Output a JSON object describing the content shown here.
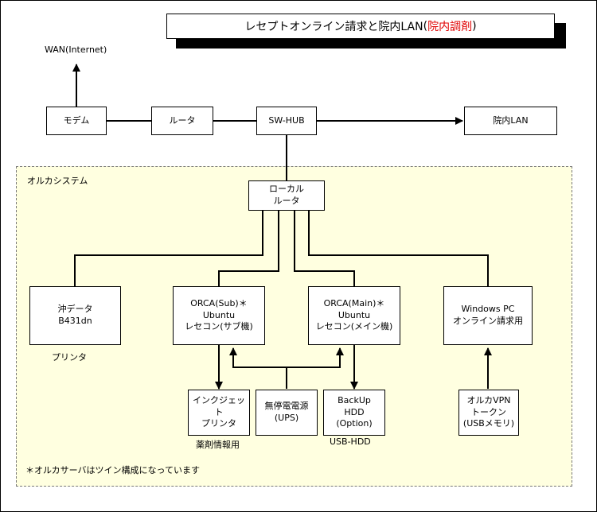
{
  "title": {
    "main": "レセプトオンライン請求と院内LAN",
    "highlight": "院内調剤"
  },
  "labels": {
    "wan": "WAN(Internet)",
    "zone": "オルカシステム",
    "printer_caption": "プリンタ",
    "inkjet_caption": "薬剤情報用",
    "hdd_caption": "USB-HDD",
    "footnote": "＊オルカサーバはツイン構成になっています"
  },
  "nodes": {
    "modem": "モデム",
    "router": "ルータ",
    "swhub": "SW-HUB",
    "lan": "院内LAN",
    "local_router": [
      "ローカル",
      "ルータ"
    ],
    "oki_printer": [
      "沖データ",
      "B431dn"
    ],
    "orca_sub": [
      "ORCA(Sub)＊",
      "Ubuntu",
      "レセコン(サブ機)"
    ],
    "orca_main": [
      "ORCA(Main)＊",
      "Ubuntu",
      "レセコン(メイン機)"
    ],
    "windows_pc": [
      "Windows PC",
      "オンライン請求用"
    ],
    "inkjet": [
      "インクジェット",
      "プリンタ"
    ],
    "ups": [
      "無停電電源",
      "(UPS)"
    ],
    "backup_hdd": [
      "BackUp",
      "HDD",
      "(Option)"
    ],
    "vpn_token": [
      "オルカVPN",
      "トークン",
      "(USBメモリ)"
    ]
  }
}
